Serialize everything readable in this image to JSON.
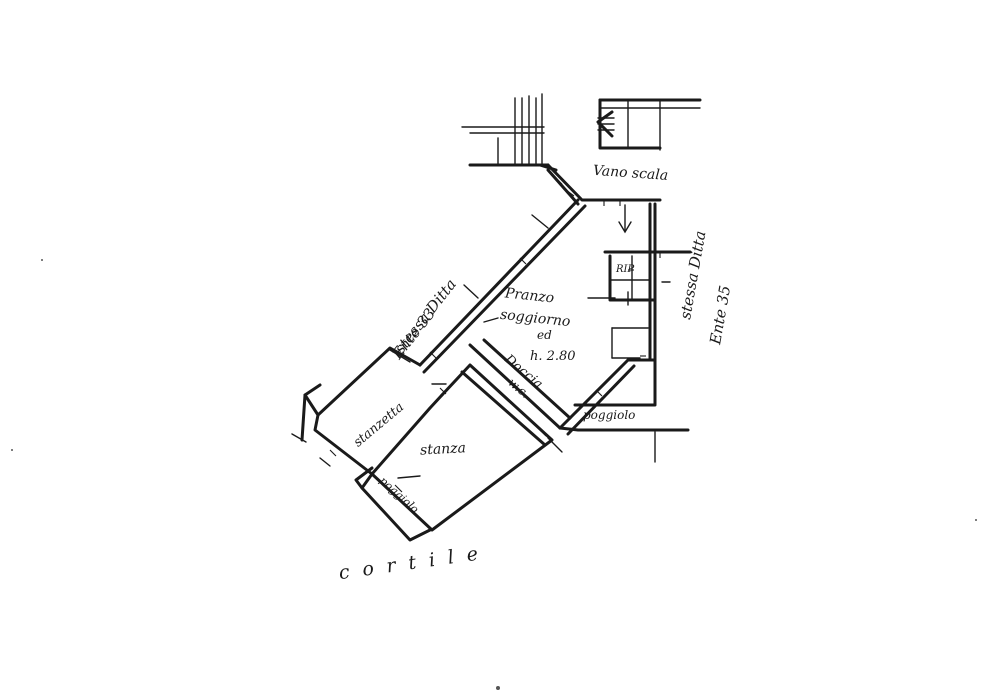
{
  "plan": {
    "labels": {
      "vano_scala": "Vano scala",
      "stessa_ditta_left": "stessa Ditta",
      "ente_left": "Ente 33",
      "stessa_ditta_right": "stessa Ditta",
      "ente_right": "Ente 35",
      "pranzo": "Pranzo",
      "soggiorno": "soggiorno",
      "soggiorno_suffix": "ed",
      "height": "h. 2.80",
      "rip": "RIP",
      "doccia": "Doccia",
      "wc": "w.c.",
      "balcone_right": "poggiolo",
      "stanzetta": "stanzetta",
      "stanza": "stanza",
      "balcone_left": "poggiolo",
      "cortile": "cortile"
    }
  }
}
